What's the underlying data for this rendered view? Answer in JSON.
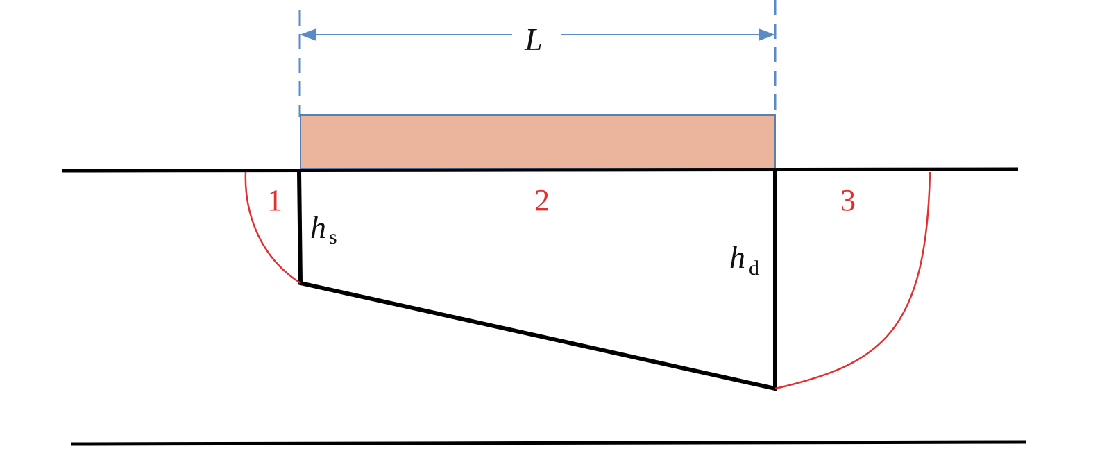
{
  "diagram": {
    "dimension_label": "L",
    "region_labels": [
      "1",
      "2",
      "3"
    ],
    "height_labels": {
      "upstream": {
        "symbol": "h",
        "subscript": "s"
      },
      "downstream": {
        "symbol": "h",
        "subscript": "d"
      }
    }
  },
  "colors": {
    "block_fill": "#ebb49c",
    "block_stroke": "#5a7fb0",
    "dimension": "#5a8bc4",
    "outline": "#000000",
    "curve": "#e03030",
    "region_label": "#e03030"
  }
}
